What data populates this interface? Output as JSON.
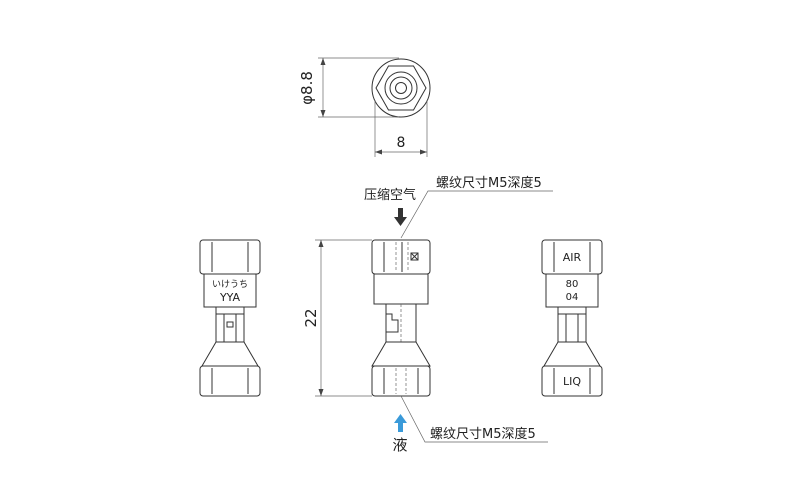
{
  "dimensions": {
    "diameter": "φ8.8",
    "width": "8",
    "height": "22"
  },
  "callouts": {
    "thread_top": "螺纹尺寸M5深度5",
    "thread_bottom": "螺纹尺寸M5深度5",
    "air_inlet": "压缩空气",
    "liquid_inlet": "液"
  },
  "left_view": {
    "brand": "いけうち",
    "model": "YYA"
  },
  "right_view": {
    "top_mark": "AIR",
    "code_line1": "80",
    "code_line2": "04",
    "bottom_mark": "LIQ"
  },
  "colors": {
    "arrow_air": "#333333",
    "arrow_liquid": "#3a9ad9"
  }
}
